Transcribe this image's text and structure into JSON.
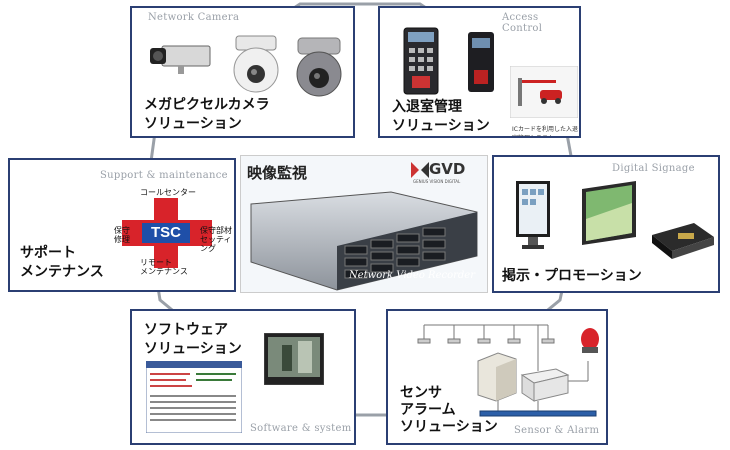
{
  "center": {
    "title": "映像監視",
    "logo": "GVD",
    "logo_sub": "GENIUS VISION DIGITAL",
    "caption": "Network Video Recorder"
  },
  "boxes": {
    "camera": {
      "en": "Network Camera",
      "jp": "メガピクセルカメラ\nソリューション"
    },
    "access": {
      "en": "Access Control",
      "jp": "入退室管理\nソリューション",
      "diagram_caption": "ICカードを利用した入退室管理システム"
    },
    "support": {
      "en": "Support & maintenance",
      "jp": "サポート\nメンテナンス",
      "tsc": "TSC",
      "call_center": "コールセンター",
      "left": "保守\n修理",
      "right": "保守部材\nセッティング",
      "bottom": "リモート\nメンテナンス"
    },
    "signage": {
      "en": "Digital Signage",
      "jp": "掲示・プロモーション"
    },
    "software": {
      "en": "Software & system",
      "jp": "ソフトウェア\nソリューション"
    },
    "sensor": {
      "en": "Sensor & Alarm",
      "jp": "センサ\nアラーム\nソリューション"
    }
  },
  "colors": {
    "border": "#2b3f73",
    "hex_line": "#9aa0a8",
    "tsc_red": "#d8232a",
    "tsc_blue": "#1f4fa8"
  }
}
